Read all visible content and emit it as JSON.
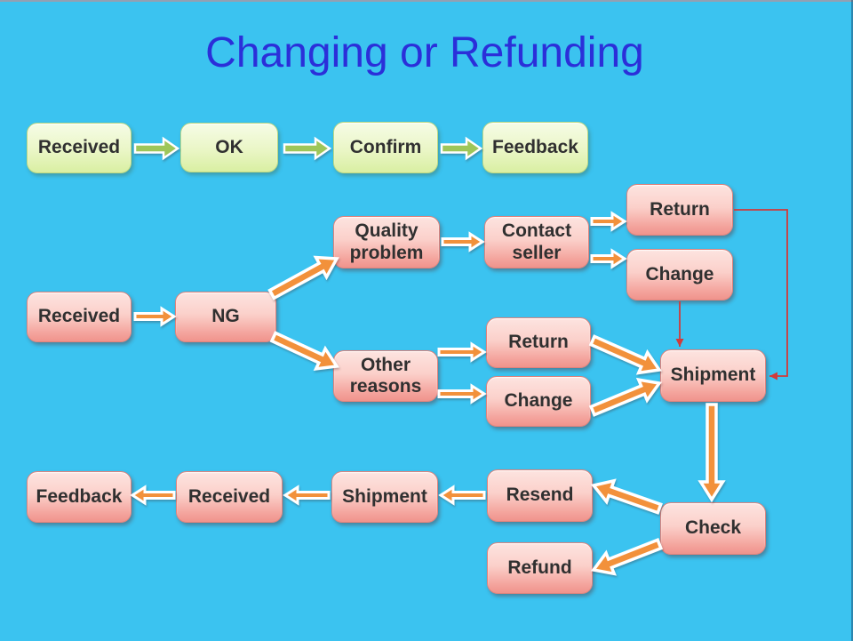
{
  "title": "Changing or Refunding",
  "colors": {
    "background": "#3bc3f0",
    "title_text": "#2b2fd9",
    "pink_box_top": "#fde4e0",
    "pink_box_bottom": "#f0938c",
    "green_box_top": "#f6fce6",
    "green_box_bottom": "#d9efa2",
    "orange_arrow": "#f2913b",
    "green_arrow": "#9ec65a",
    "red_connector": "#d13a3a",
    "box_text": "#303030"
  },
  "diagram": {
    "nodes": [
      {
        "id": "g-received",
        "label": "Received",
        "kind": "green"
      },
      {
        "id": "g-ok",
        "label": "OK",
        "kind": "green"
      },
      {
        "id": "g-confirm",
        "label": "Confirm",
        "kind": "green"
      },
      {
        "id": "g-feedback",
        "label": "Feedback",
        "kind": "green"
      },
      {
        "id": "p-received",
        "label": "Received",
        "kind": "pink"
      },
      {
        "id": "ng",
        "label": "NG",
        "kind": "pink"
      },
      {
        "id": "quality",
        "label": "Quality\nproblem",
        "kind": "pink"
      },
      {
        "id": "contact",
        "label": "Contact\nseller",
        "kind": "pink"
      },
      {
        "id": "return-top",
        "label": "Return",
        "kind": "pink"
      },
      {
        "id": "change-top",
        "label": "Change",
        "kind": "pink"
      },
      {
        "id": "other",
        "label": "Other\nreasons",
        "kind": "pink"
      },
      {
        "id": "return-mid",
        "label": "Return",
        "kind": "pink"
      },
      {
        "id": "change-mid",
        "label": "Change",
        "kind": "pink"
      },
      {
        "id": "shipment",
        "label": "Shipment",
        "kind": "pink"
      },
      {
        "id": "check",
        "label": "Check",
        "kind": "pink"
      },
      {
        "id": "resend",
        "label": "Resend",
        "kind": "pink"
      },
      {
        "id": "refund",
        "label": "Refund",
        "kind": "pink"
      },
      {
        "id": "shipment-b",
        "label": "Shipment",
        "kind": "pink"
      },
      {
        "id": "received-b",
        "label": "Received",
        "kind": "pink"
      },
      {
        "id": "feedback-b",
        "label": "Feedback",
        "kind": "pink"
      }
    ],
    "edges": [
      {
        "from": "g-received",
        "to": "g-ok",
        "kind": "green"
      },
      {
        "from": "g-ok",
        "to": "g-confirm",
        "kind": "green"
      },
      {
        "from": "g-confirm",
        "to": "g-feedback",
        "kind": "green"
      },
      {
        "from": "p-received",
        "to": "ng",
        "kind": "orange"
      },
      {
        "from": "ng",
        "to": "quality",
        "kind": "orange-big"
      },
      {
        "from": "ng",
        "to": "other",
        "kind": "orange-big"
      },
      {
        "from": "quality",
        "to": "contact",
        "kind": "orange"
      },
      {
        "from": "contact",
        "to": "return-top",
        "kind": "orange"
      },
      {
        "from": "contact",
        "to": "change-top",
        "kind": "orange"
      },
      {
        "from": "other",
        "to": "return-mid",
        "kind": "orange"
      },
      {
        "from": "other",
        "to": "change-mid",
        "kind": "orange"
      },
      {
        "from": "return-mid",
        "to": "shipment",
        "kind": "orange-big"
      },
      {
        "from": "change-mid",
        "to": "shipment",
        "kind": "orange-big"
      },
      {
        "from": "change-top",
        "to": "shipment",
        "kind": "red"
      },
      {
        "from": "return-top",
        "to": "shipment",
        "kind": "red"
      },
      {
        "from": "shipment",
        "to": "check",
        "kind": "orange-big"
      },
      {
        "from": "check",
        "to": "resend",
        "kind": "orange-big"
      },
      {
        "from": "check",
        "to": "refund",
        "kind": "orange-big"
      },
      {
        "from": "resend",
        "to": "shipment-b",
        "kind": "orange"
      },
      {
        "from": "shipment-b",
        "to": "received-b",
        "kind": "orange"
      },
      {
        "from": "received-b",
        "to": "feedback-b",
        "kind": "orange"
      }
    ]
  }
}
